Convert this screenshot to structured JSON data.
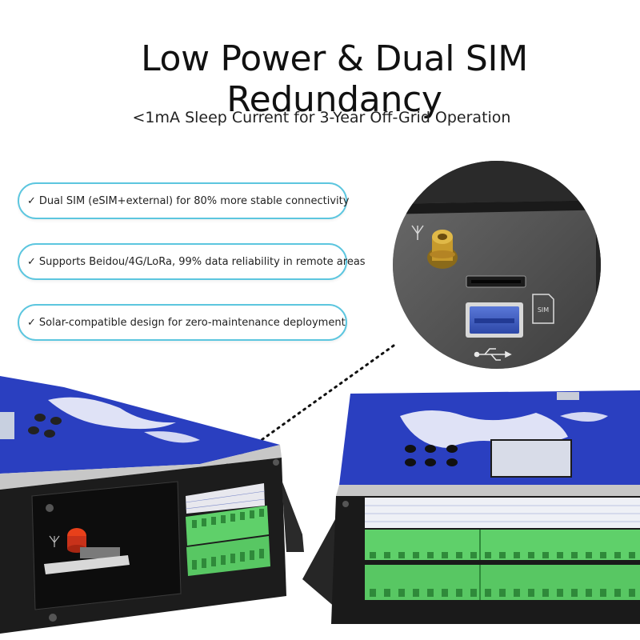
{
  "header": {
    "title": "Low Power & Dual SIM Redundancy",
    "subtitle": "<1mA Sleep Current for 3-Year Off-Grid Operation"
  },
  "features": [
    {
      "check": "✓",
      "text": "Dual SIM (eSIM+external) for 80% more stable connectivity"
    },
    {
      "check": "✓",
      "text": "Supports Beidou/4G/LoRa, 99% data reliability in remote areas"
    },
    {
      "check": "✓",
      "text": "Solar-compatible design for zero-maintenance deployment"
    }
  ],
  "zoom_detail": {
    "sim_label": "SIM"
  },
  "colors": {
    "accent_border": "#5cc6df",
    "device_blue": "#2a3fc0",
    "terminal_green": "#5fd06a"
  }
}
